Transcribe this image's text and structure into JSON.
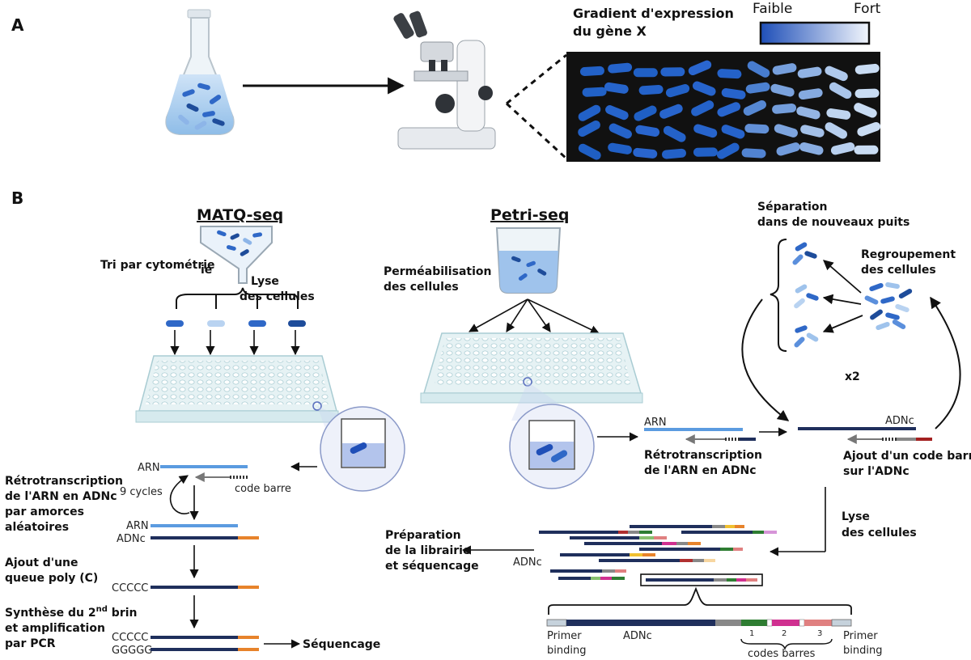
{
  "panel_a": {
    "label": "A",
    "gradient_title_line1": "Gradient d'expression",
    "gradient_title_line2": "du gène X",
    "scale_low": "Faible",
    "scale_high": "Fort",
    "colors": {
      "dark_blue": "#1f5fc4",
      "light_blue": "#c9dcf3",
      "bg_dark": "#111111"
    }
  },
  "panel_b": {
    "label": "B",
    "mato": {
      "title": "MATQ-seq",
      "sort_label": "Tri par cytométrie",
      "sort_label_overlap": "ie",
      "lyse_line1": "Lyse",
      "lyse_line2": "des cellules",
      "rna": "ARN",
      "barcode": "code barre",
      "rt_line1": "Rétrotranscription",
      "rt_line2": "de l'ARN en ADNc",
      "rt_line3": "par amorces",
      "rt_line4": "aléatoires",
      "cycles": "9 cycles",
      "rna2": "ARN",
      "cdna": "ADNc",
      "polyc_line1": "Ajout d'une",
      "polyc_line2": "queue poly (C)",
      "ccccc": "CCCCC",
      "synth_line1": "Synthèse du 2",
      "synth_sup": "nd",
      "synth_line1_end": " brin",
      "synth_line2": "et amplification",
      "synth_line3": "par PCR",
      "ccccc2": "CCCCC",
      "ggggg": "GGGGG",
      "seq": "Séquencage"
    },
    "petri": {
      "title": "Petri-seq",
      "perm_line1": "Perméabilisation",
      "perm_line2": "des cellules",
      "rna": "ARN",
      "rt_line1": "Rétrotranscription",
      "rt_line2": "de l'ARN en ADNc",
      "cdna_right": "ADNc",
      "bc_line1": "Ajout d'un code barre",
      "bc_line2": "sur l'ADNc",
      "sep_line1": "Séparation",
      "sep_line2": "dans de nouveaux puits",
      "regroup_line1": "Regroupement",
      "regroup_line2": "des cellules",
      "x2": "x2",
      "lyse_line1": "Lyse",
      "lyse_line2": "des cellules",
      "lib_line1": "Préparation",
      "lib_line2": "de la librairie",
      "lib_line3": "et séquencage",
      "cdna_lib": "ADNc",
      "primer1_line1": "Primer",
      "primer1_line2": "binding",
      "cdna_bar": "ADNc",
      "bc1": "1",
      "bc2": "2",
      "bc3": "3",
      "codes": "codes barres",
      "primer2_line1": "Primer",
      "primer2_line2": "binding"
    }
  }
}
